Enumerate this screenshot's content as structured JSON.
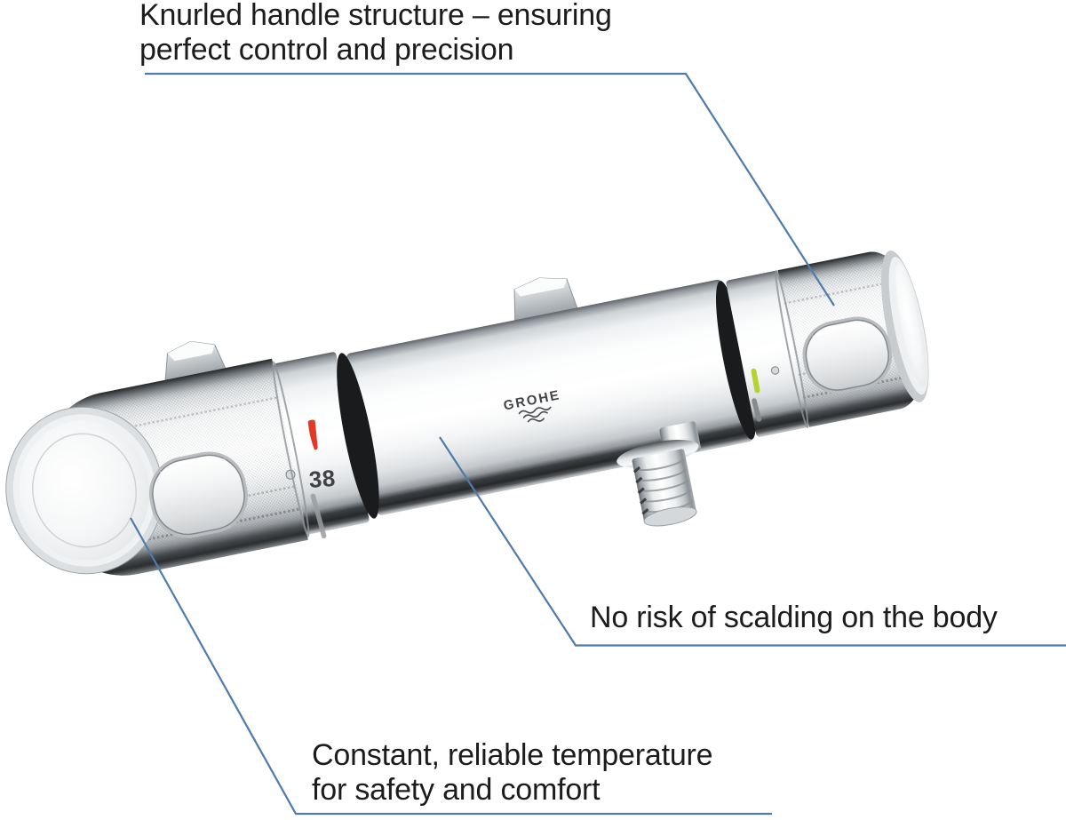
{
  "product": {
    "brand": "GROHE",
    "brand_mark_icon": "grohe-waves-icon",
    "temperature_setting": "38",
    "indicators": {
      "hot_mark_color": "#e13b25",
      "safe_mark_color": "#b5d334"
    }
  },
  "annotations": {
    "knurled": {
      "line1": "Knurled handle structure – ensuring",
      "line2": "perfect control and precision"
    },
    "scalding": {
      "line1": "No risk of scalding on the body"
    },
    "temperature": {
      "line1": "Constant, reliable temperature",
      "line2": "for safety and comfort"
    }
  },
  "colors": {
    "leader_line": "#4e7bac",
    "text": "#1c1c1c",
    "background": "#ffffff"
  }
}
